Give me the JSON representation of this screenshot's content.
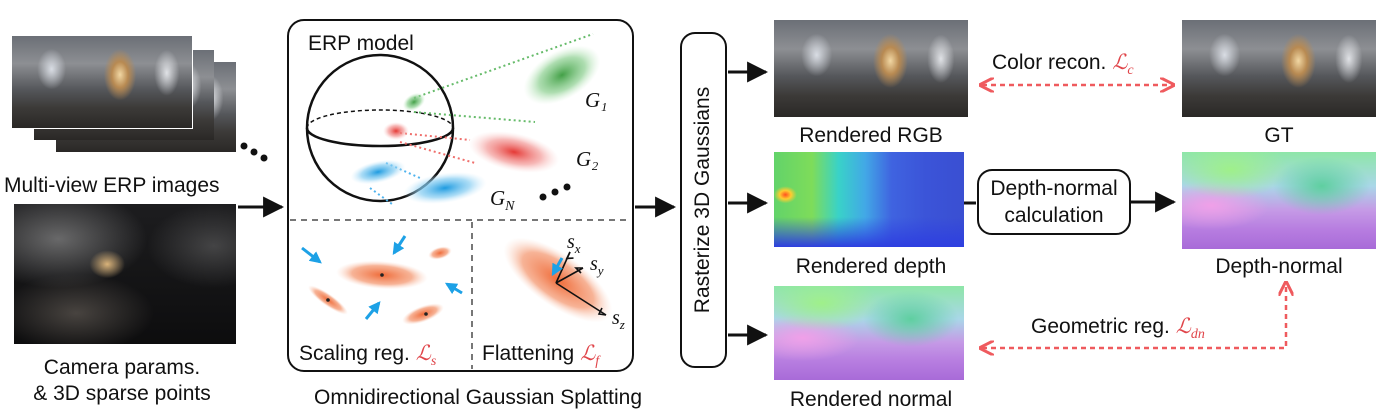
{
  "labels": {
    "multiview": "Multi-view ERP images",
    "camera_line1": "Camera params.",
    "camera_line2": "& 3D sparse points",
    "erp_model": "ERP model",
    "scaling_reg": "Scaling reg.",
    "flattening": "Flattening",
    "ogs": "Omnidirectional Gaussian Splatting",
    "rasterize": "Rasterize 3D Gaussians",
    "rendered_rgb": "Rendered RGB",
    "rendered_depth": "Rendered depth",
    "rendered_normal": "Rendered normal",
    "gt": "GT",
    "depth_normal": "Depth-normal",
    "dn_calc_line1": "Depth-normal",
    "dn_calc_line2": "calculation",
    "color_recon": "Color recon.",
    "geometric_reg": "Geometric reg."
  },
  "math": {
    "g1": "G₁",
    "g2": "G₂",
    "gn_base": "G",
    "gn_sub": "N",
    "loss_base": "ℒ",
    "loss_s": "s",
    "loss_f": "f",
    "loss_c": "c",
    "loss_dn": "dn",
    "sx_base": "s",
    "sx_sub": "x",
    "sy_base": "s",
    "sy_sub": "y",
    "sz_base": "s",
    "sz_sub": "z"
  },
  "colors": {
    "loss_red": "#e0454a",
    "green_gaussian": "#4caf50",
    "red_gaussian": "#e53935",
    "blue_gaussian": "#29a3e6",
    "orange_gaussian": "#f07a4a",
    "arrow_blue": "#1da1e6"
  }
}
